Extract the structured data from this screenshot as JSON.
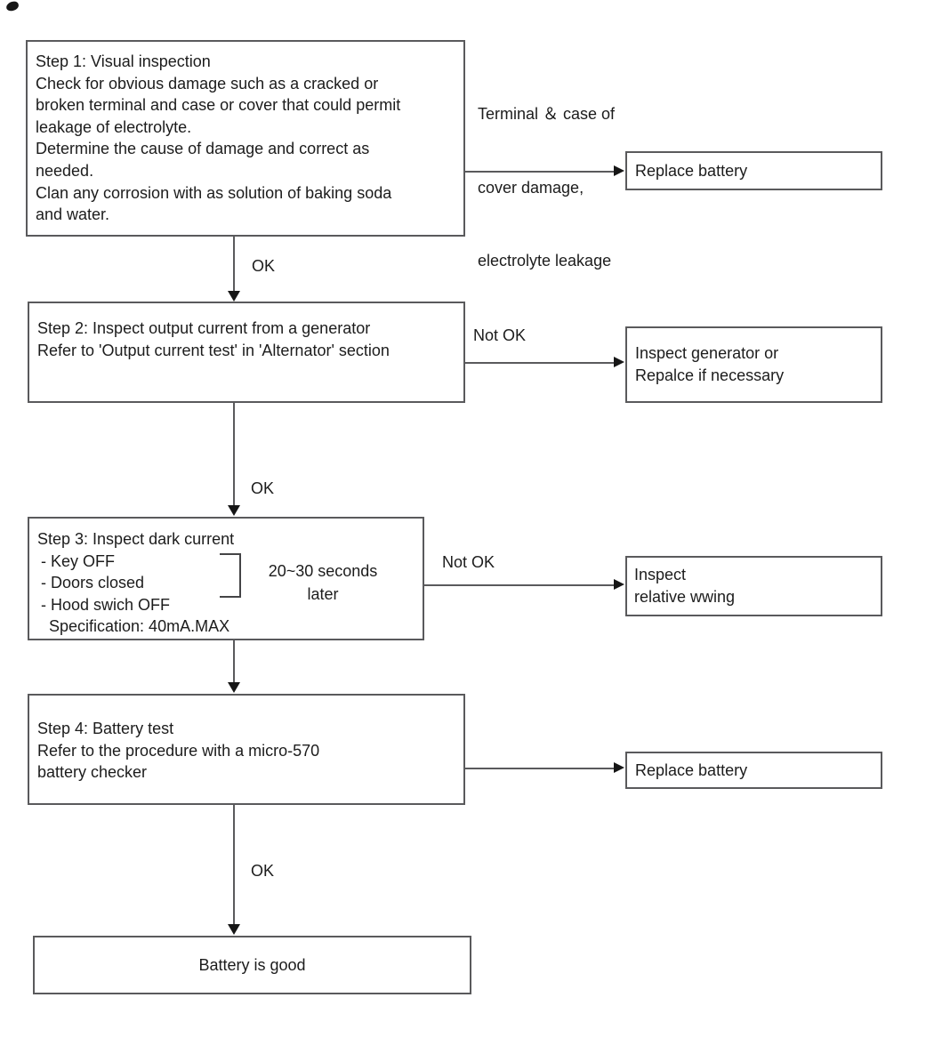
{
  "colors": {
    "background": "#ffffff",
    "box_border": "#5a5a5c",
    "connector_line": "#5a5a5c",
    "arrowhead": "#161616",
    "text": "#1c1c1c"
  },
  "flowchart": {
    "step1": {
      "lines": [
        "Step 1: Visual inspection",
        "Check for obvious damage such as a cracked or",
        "broken terminal and case or cover that could permit",
        "leakage of electrolyte.",
        "Determine the cause of damage and correct as",
        "needed.",
        "Clan any corrosion with as solution of baking soda",
        "and water."
      ]
    },
    "terminal_note": {
      "lines": [
        "Terminal ＆ case of",
        "cover damage,",
        "electrolyte leakage"
      ]
    },
    "replace_battery_top": "Replace battery",
    "ok_label_1": "OK",
    "step2": {
      "lines": [
        "Step 2: Inspect output current from a generator",
        "Refer to 'Output current test' in 'Alternator' section"
      ]
    },
    "not_ok_label_1": "Not OK",
    "inspect_generator": {
      "lines": [
        "Inspect generator or",
        "Repalce if necessary"
      ]
    },
    "ok_label_2": "OK",
    "step3": {
      "title": "Step 3: Inspect dark current",
      "items": [
        "- Key OFF",
        "- Doors closed",
        "- Hood swich OFF"
      ],
      "spec": "Specification: 40mA.MAX",
      "annotation": {
        "lines": [
          "20~30 seconds",
          "later"
        ]
      }
    },
    "not_ok_label_2": "Not OK",
    "inspect_wiring": {
      "lines": [
        "Inspect",
        "relative wwing"
      ]
    },
    "step4": {
      "lines": [
        "Step 4: Battery test",
        "Refer to the procedure with a micro-570",
        "battery checker"
      ]
    },
    "replace_battery_bottom": "Replace battery",
    "ok_label_3": "OK",
    "battery_good": "Battery is good"
  }
}
